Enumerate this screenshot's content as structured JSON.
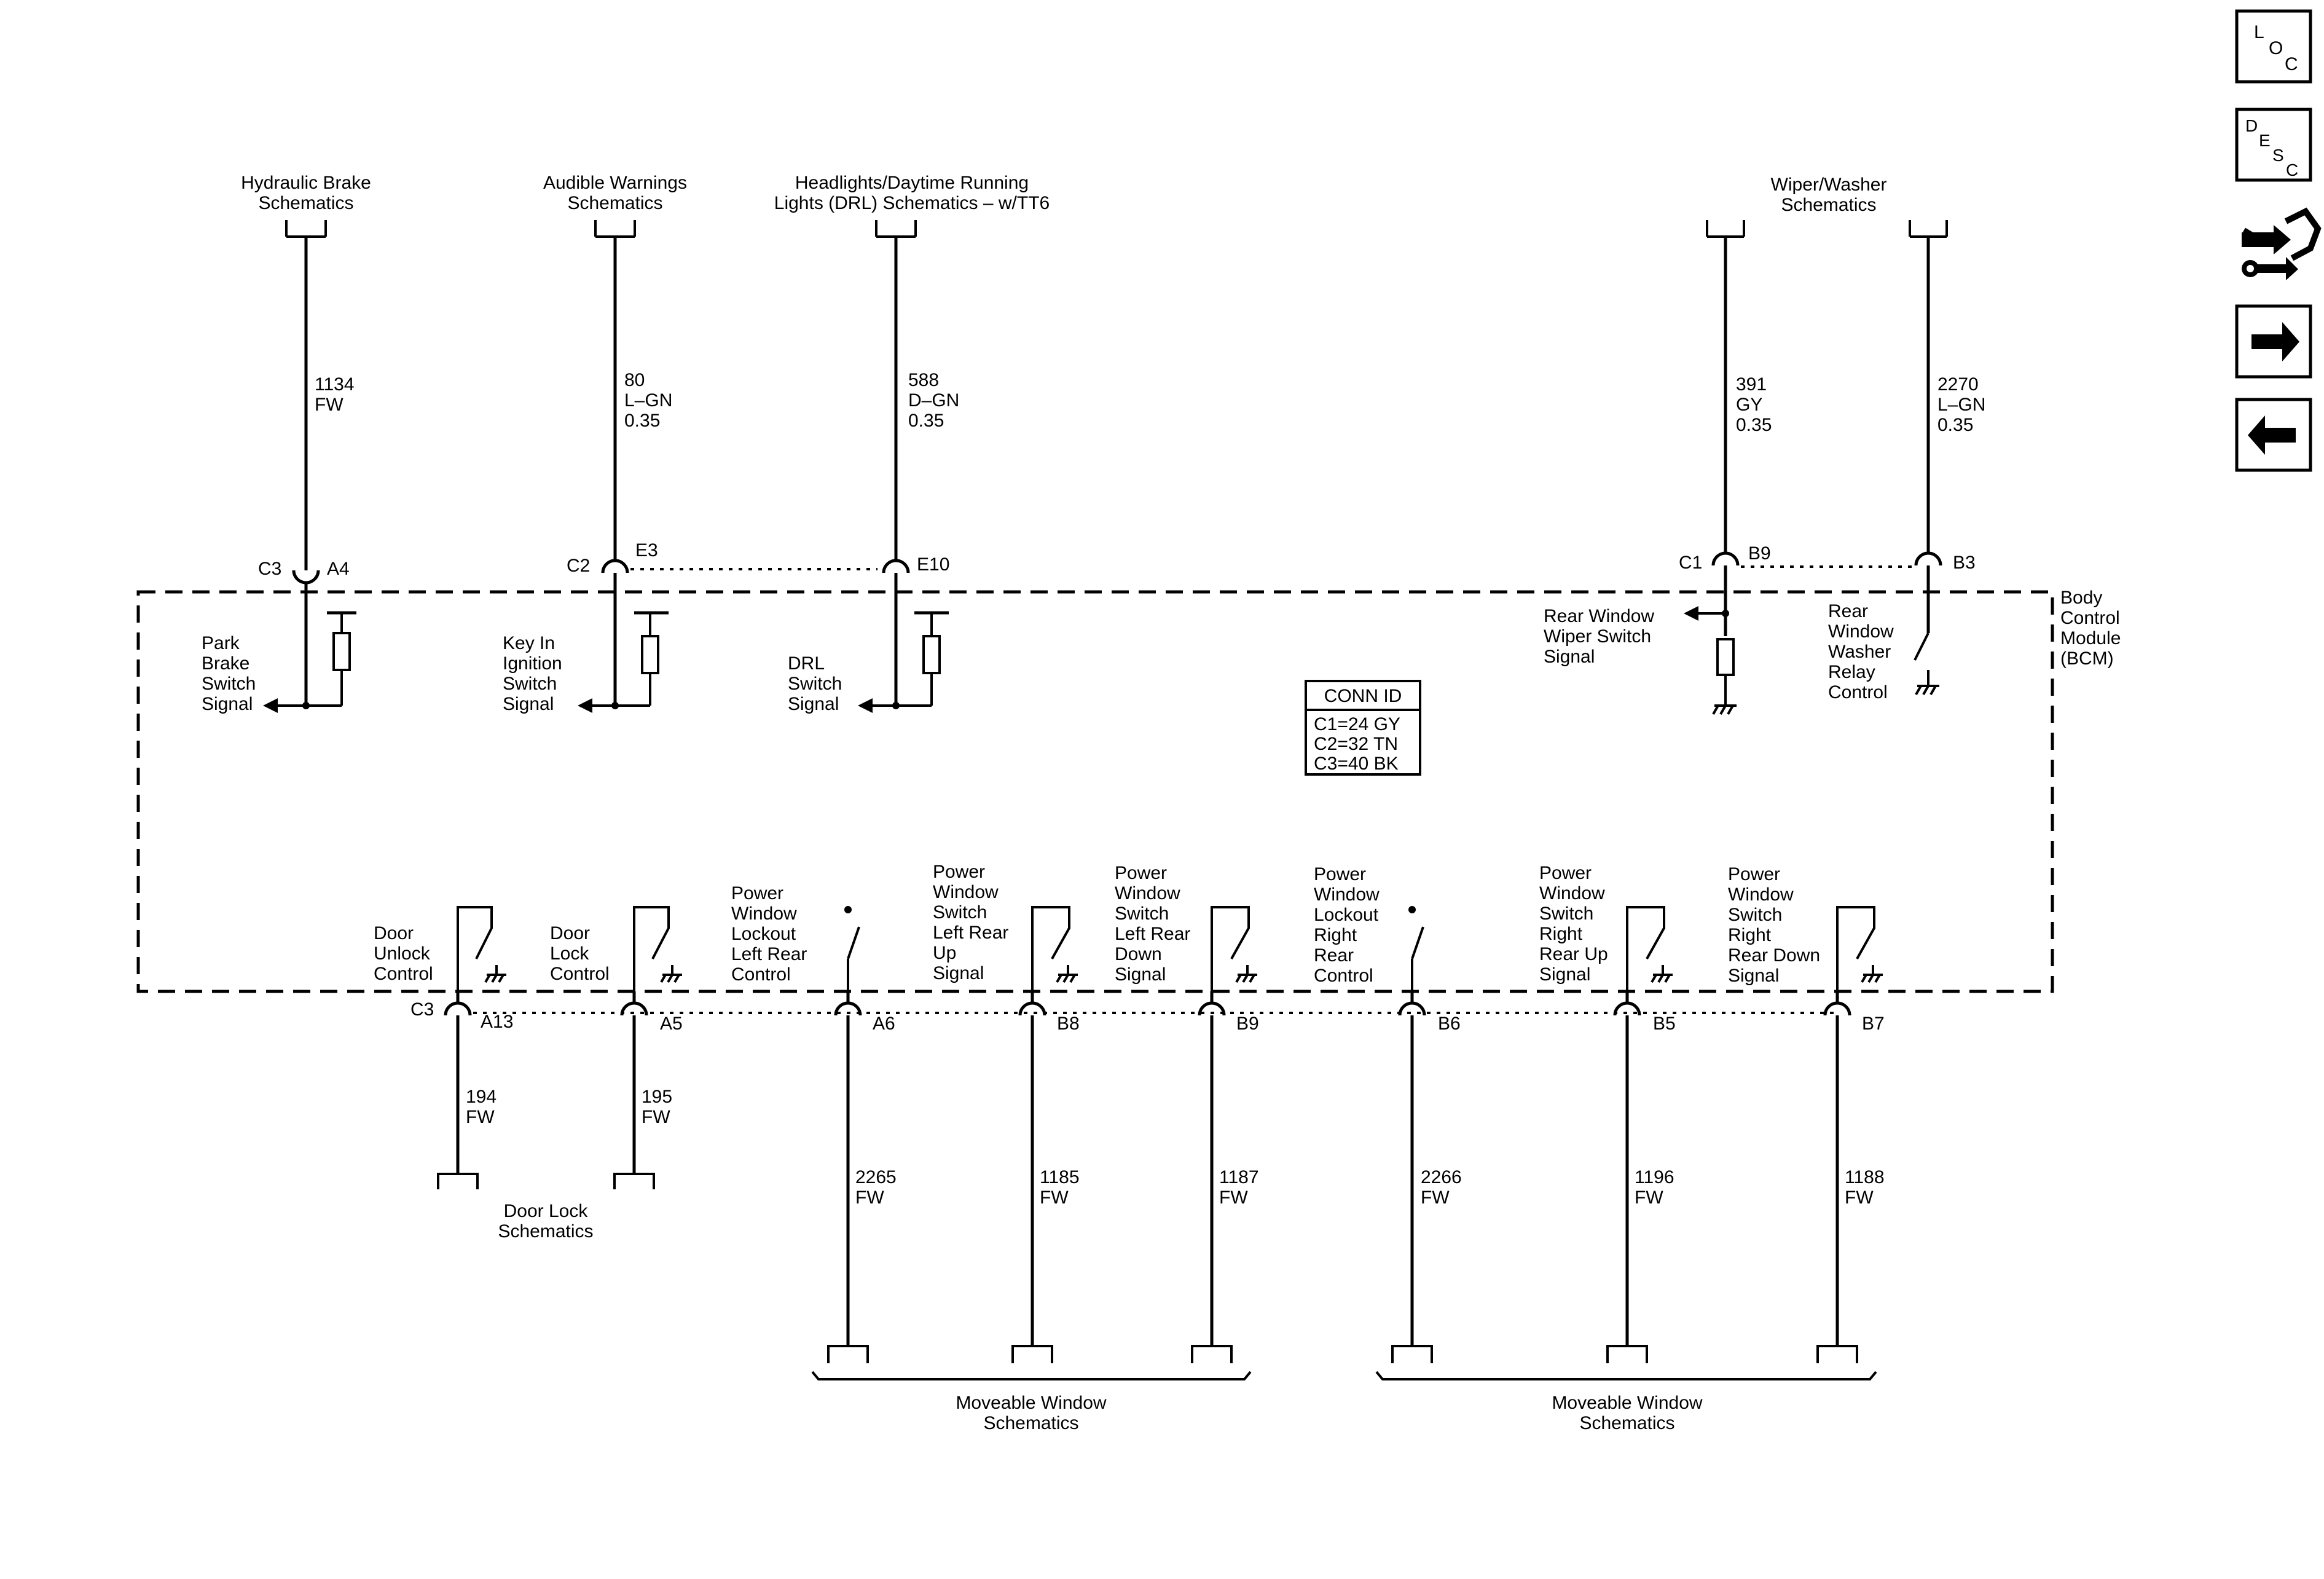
{
  "module": {
    "l1": "Body",
    "l2": "Control",
    "l3": "Module",
    "l4": "(BCM)"
  },
  "conn_table": {
    "title": "CONN ID",
    "r1": "C1=24 GY",
    "r2": "C2=32 TN",
    "r3": "C3=40 BK"
  },
  "top_refs": {
    "brake": [
      "Hydraulic Brake",
      "Schematics"
    ],
    "audible": [
      "Audible Warnings",
      "Schematics"
    ],
    "headlights": [
      "Headlights/Daytime Running",
      "Lights (DRL) Schematics – w/TT6"
    ],
    "wiper": [
      "Wiper/Washer",
      "Schematics"
    ]
  },
  "top_wires": {
    "w1134": [
      "1134",
      "FW"
    ],
    "w80": [
      "80",
      "L–GN",
      "0.35"
    ],
    "w588": [
      "588",
      "D–GN",
      "0.35"
    ],
    "w391": [
      "391",
      "GY",
      "0.35"
    ],
    "w2270": [
      "2270",
      "L–GN",
      "0.35"
    ]
  },
  "top_pins": {
    "c3": "C3",
    "a4": "A4",
    "c2": "C2",
    "e3": "E3",
    "e10": "E10",
    "c1": "C1",
    "b9": "B9",
    "b3": "B3"
  },
  "top_signals": {
    "park": [
      "Park",
      "Brake",
      "Switch",
      "Signal"
    ],
    "keyin": [
      "Key In",
      "Ignition",
      "Switch",
      "Signal"
    ],
    "drl": [
      "DRL",
      "Switch",
      "Signal"
    ],
    "rearwiper": [
      "Rear Window",
      "Wiper Switch",
      "Signal"
    ],
    "rearwasher": [
      "Rear",
      "Window",
      "Washer",
      "Relay",
      "Control"
    ]
  },
  "bottom_signals": {
    "unlock": [
      "Door",
      "Unlock",
      "Control"
    ],
    "lock": [
      "Door",
      "Lock",
      "Control"
    ],
    "lockout_l": [
      "Power",
      "Window",
      "Lockout",
      "Left Rear",
      "Control"
    ],
    "lr_up": [
      "Power",
      "Window",
      "Switch",
      "Left Rear",
      "Up",
      "Signal"
    ],
    "lr_down": [
      "Power",
      "Window",
      "Switch",
      "Left Rear",
      "Down",
      "Signal"
    ],
    "lockout_r": [
      "Power",
      "Window",
      "Lockout",
      "Right",
      "Rear",
      "Control"
    ],
    "rr_up": [
      "Power",
      "Window",
      "Switch",
      "Right",
      "Rear Up",
      "Signal"
    ],
    "rr_down": [
      "Power",
      "Window",
      "Switch",
      "Right",
      "Rear Down",
      "Signal"
    ]
  },
  "bottom_pins": {
    "c3": "C3",
    "a13": "A13",
    "a5": "A5",
    "a6": "A6",
    "b8": "B8",
    "b9": "B9",
    "b6": "B6",
    "b5": "B5",
    "b7": "B7"
  },
  "bottom_wires": {
    "w194": [
      "194",
      "FW"
    ],
    "w195": [
      "195",
      "FW"
    ],
    "w2265": [
      "2265",
      "FW"
    ],
    "w1185": [
      "1185",
      "FW"
    ],
    "w1187": [
      "1187",
      "FW"
    ],
    "w2266": [
      "2266",
      "FW"
    ],
    "w1196": [
      "1196",
      "FW"
    ],
    "w1188": [
      "1188",
      "FW"
    ]
  },
  "bottom_refs": {
    "doorlock": [
      "Door Lock",
      "Schematics"
    ],
    "moveable_left": [
      "Moveable Window",
      "Schematics"
    ],
    "moveable_right": [
      "Moveable Window",
      "Schematics"
    ]
  },
  "nav": {
    "loc": {
      "l": "L",
      "o": "O",
      "c": "C"
    },
    "desc": {
      "d": "D",
      "e": "E",
      "s": "S",
      "c": "C"
    }
  }
}
